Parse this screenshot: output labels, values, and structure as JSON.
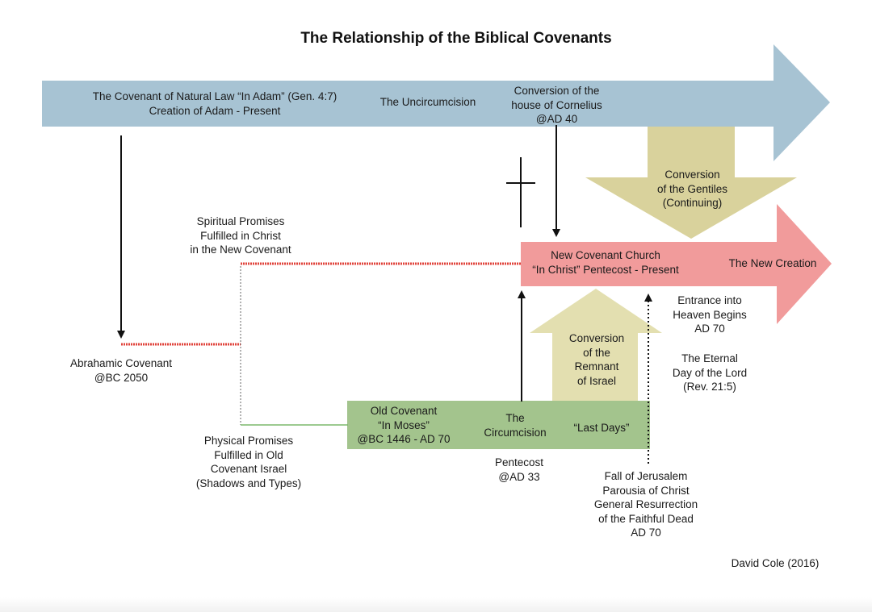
{
  "title": "The Relationship of the Biblical Covenants",
  "labels": {
    "natural_law": "The Covenant of Natural Law “In Adam” (Gen. 4:7)\nCreation of Adam - Present",
    "uncircumcision": "The Uncircumcision",
    "cornelius": "Conversion of the\nhouse of Cornelius\n@AD 40",
    "gentiles": "Conversion\nof the Gentiles\n(Continuing)",
    "spiritual_promises": "Spiritual Promises\nFulfilled in Christ\nin the New Covenant",
    "new_covenant_church": "New Covenant Church\n“In Christ” Pentecost - Present",
    "new_creation": "The New Creation",
    "heaven": "Entrance into\nHeaven Begins\nAD 70",
    "abrahamic": "Abrahamic Covenant\n@BC 2050",
    "remnant": "Conversion\nof the\nRemnant\nof Israel",
    "eternal_day": "The Eternal\nDay of the Lord\n(Rev. 21:5)",
    "old_covenant": "Old Covenant\n“In Moses”\n@BC 1446 - AD 70",
    "circumcision": "The\nCircumcision",
    "last_days": "“Last Days”",
    "physical_promises": "Physical Promises\nFulfilled in Old\nCovenant Israel\n(Shadows and Types)",
    "pentecost": "Pentecost\n@AD 33",
    "fall_jerusalem": "Fall of Jerusalem\nParousia of Christ\nGeneral Resurrection\nof the Faithful Dead\nAD 70",
    "credit": "David Cole (2016)"
  },
  "colors": {
    "blue_arrow": "#a7c3d3",
    "pink_arrow": "#f19b9b",
    "gentiles_arrow": "#d9d29c",
    "remnant_arrow": "#e3dfb0",
    "old_covenant_box": "#a3c48d",
    "red_line": "#e0433b",
    "green_line": "#7cb86b",
    "black": "#111111"
  },
  "icons": [
    "cross-icon"
  ]
}
